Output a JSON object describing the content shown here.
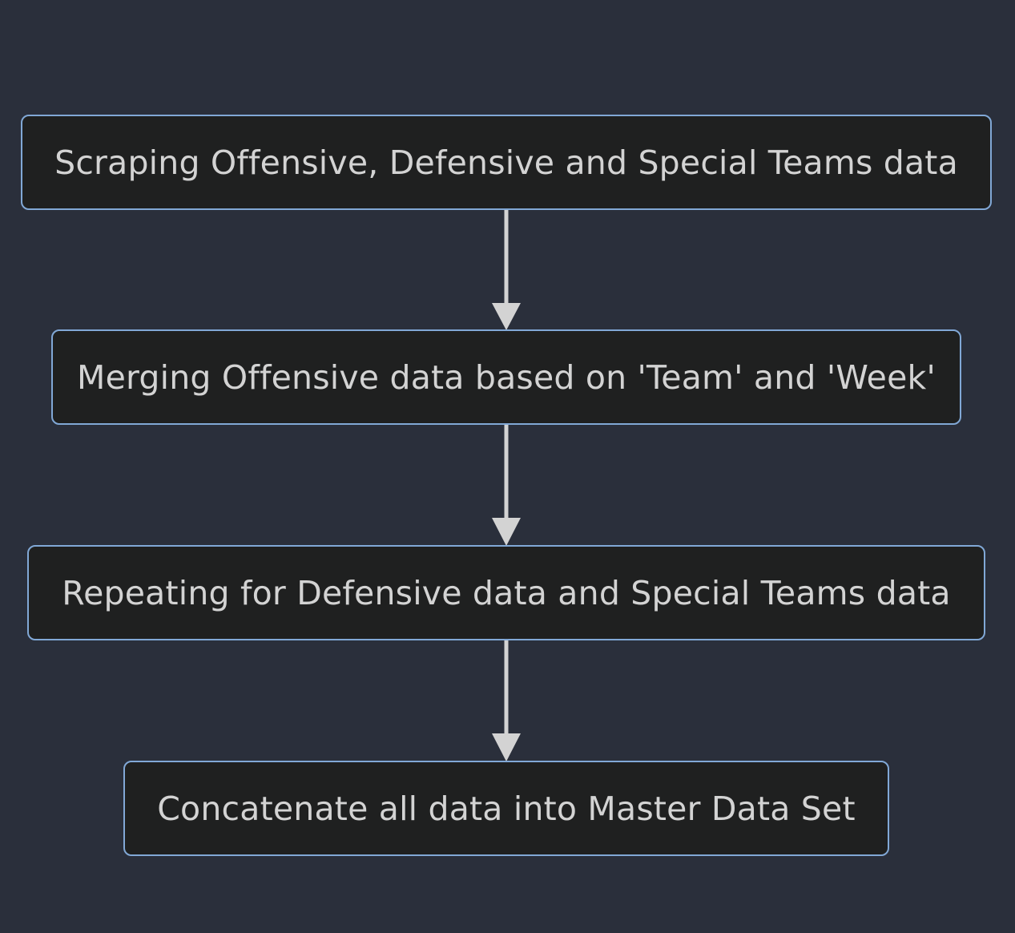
{
  "colors": {
    "background": "#2a2f3b",
    "node_fill": "#1f2020",
    "node_border": "#81a8d6",
    "text": "#d3d3d3",
    "edge": "#d3d3d3"
  },
  "nodes": [
    {
      "id": "n1",
      "label": "Scraping Offensive, Defensive and Special Teams data"
    },
    {
      "id": "n2",
      "label": "Merging Offensive data based on 'Team' and 'Week'"
    },
    {
      "id": "n3",
      "label": "Repeating for Defensive data and Special Teams data"
    },
    {
      "id": "n4",
      "label": "Concatenate all data into Master Data Set"
    }
  ],
  "edges": [
    {
      "from": "n1",
      "to": "n2"
    },
    {
      "from": "n2",
      "to": "n3"
    },
    {
      "from": "n3",
      "to": "n4"
    }
  ]
}
